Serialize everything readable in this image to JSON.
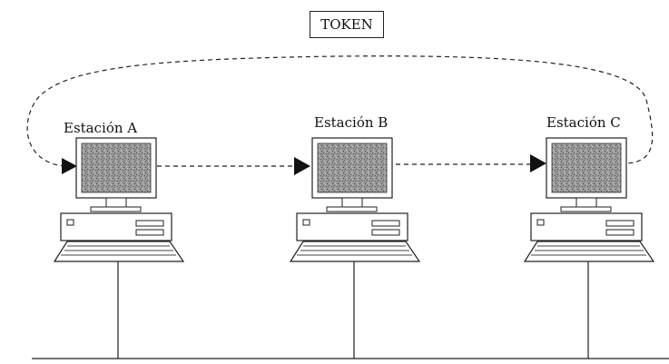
{
  "diagram": {
    "token_label": "TOKEN",
    "stations": [
      {
        "label": "Estación A"
      },
      {
        "label": "Estación B"
      },
      {
        "label": "Estación C"
      }
    ]
  },
  "colors": {
    "line": "#222222",
    "screen_fill": "#8c8c8c",
    "background": "#ffffff"
  }
}
